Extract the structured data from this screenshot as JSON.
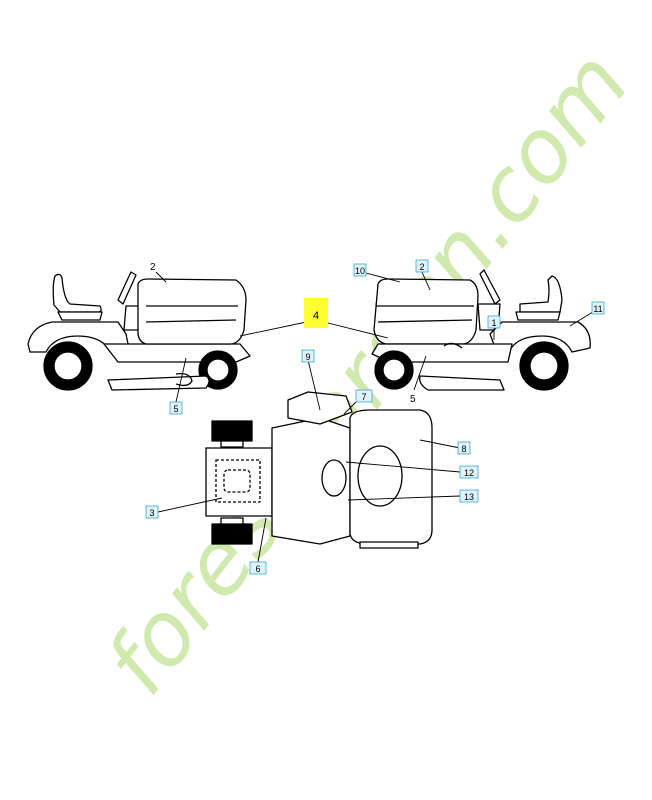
{
  "diagram": {
    "callouts": [
      {
        "id": "c1",
        "label": "1",
        "boxed": true
      },
      {
        "id": "c2l",
        "label": "2",
        "boxed": false
      },
      {
        "id": "c2r",
        "label": "2",
        "boxed": true
      },
      {
        "id": "c3",
        "label": "3",
        "boxed": true
      },
      {
        "id": "c4",
        "label": "4",
        "boxed": true,
        "highlighted": true
      },
      {
        "id": "c5l",
        "label": "5",
        "boxed": true
      },
      {
        "id": "c5r",
        "label": "5",
        "boxed": false
      },
      {
        "id": "c6",
        "label": "6",
        "boxed": true
      },
      {
        "id": "c7",
        "label": "7",
        "boxed": true
      },
      {
        "id": "c8",
        "label": "8",
        "boxed": true
      },
      {
        "id": "c9",
        "label": "9",
        "boxed": true
      },
      {
        "id": "c10",
        "label": "10",
        "boxed": true
      },
      {
        "id": "c11",
        "label": "11",
        "boxed": true
      },
      {
        "id": "c12",
        "label": "12",
        "boxed": true
      },
      {
        "id": "c13",
        "label": "13",
        "boxed": true
      }
    ],
    "colors": {
      "line": "#000000",
      "callout_box_fill": "#dff3fb",
      "callout_box_stroke": "#3aa7d8",
      "highlight": "#ffff33"
    }
  },
  "watermark": {
    "text": "forestgarden.com",
    "colors": {
      "green": "#c8e6a0",
      "orange": "#f7c98a",
      "gray": "#d6d2c8"
    }
  }
}
